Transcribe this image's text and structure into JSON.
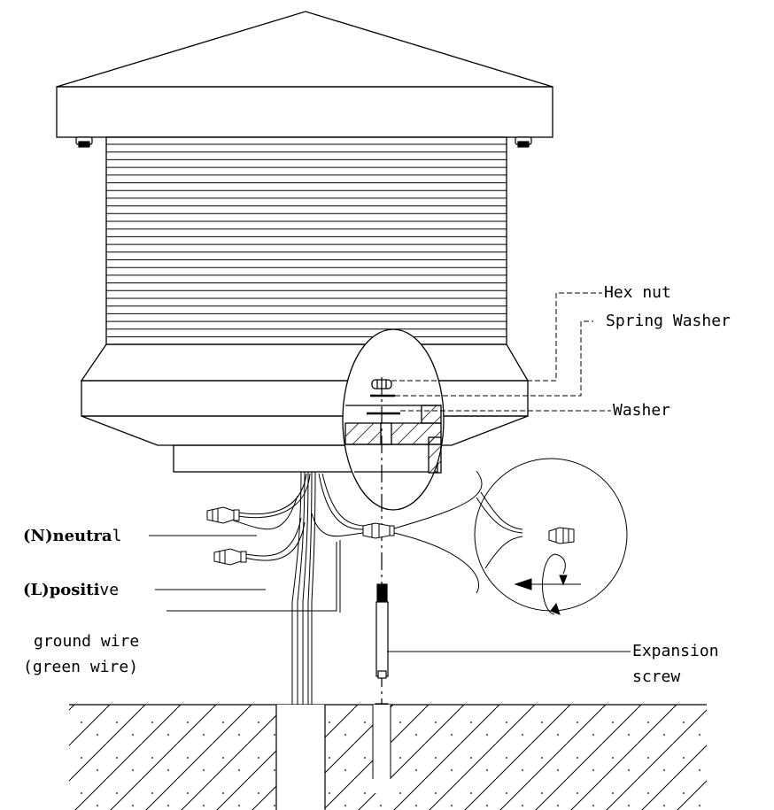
{
  "labels": {
    "hex_nut": "Hex nut",
    "spring_washer": "Spring Washer",
    "washer": "Washer",
    "neutral_bold": "(N)neutra",
    "neutral_rest": "l",
    "positive_bold": "(L)positi",
    "positive_rest": "ve",
    "ground_line1": "ground wire",
    "ground_line2": "(green wire)",
    "expansion_line1": "Expansion",
    "expansion_line2": "screw"
  },
  "colors": {
    "line": "#000000",
    "background": "#ffffff"
  }
}
